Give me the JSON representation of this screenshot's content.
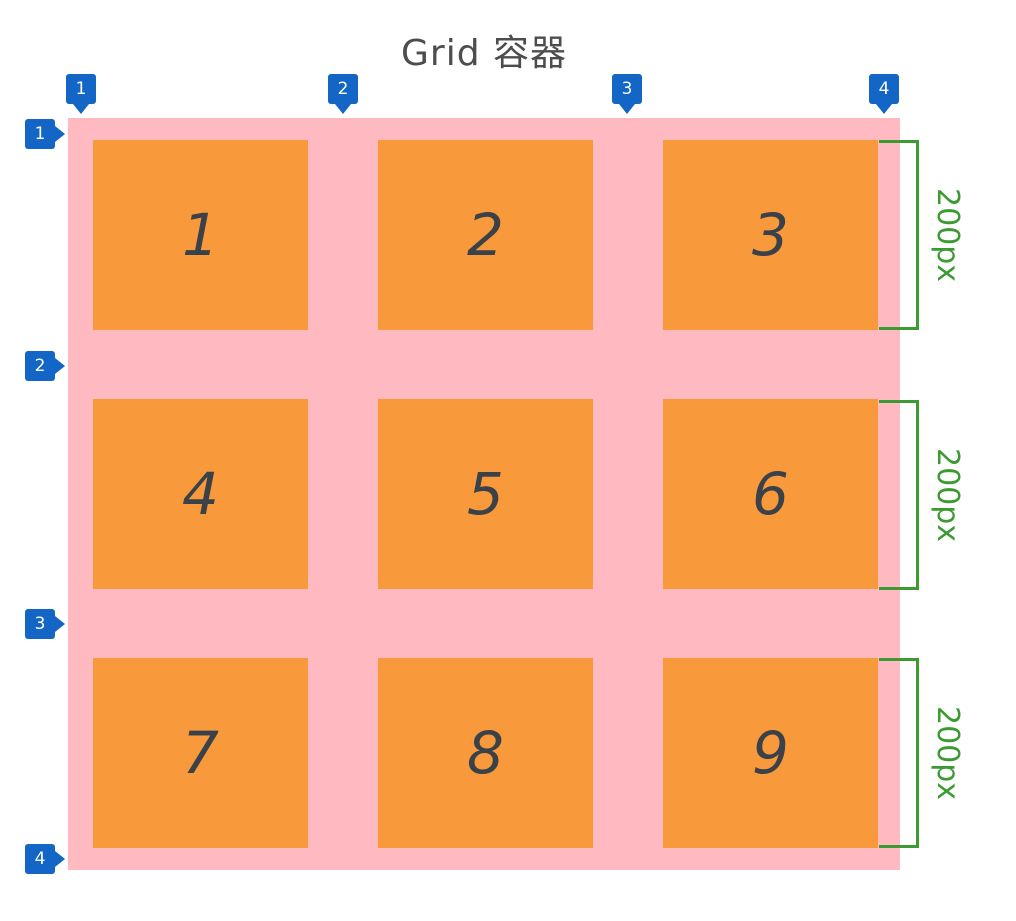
{
  "title": "Grid 容器",
  "grid": {
    "cells": [
      {
        "label": "1"
      },
      {
        "label": "2"
      },
      {
        "label": "3"
      },
      {
        "label": "4"
      },
      {
        "label": "5"
      },
      {
        "label": "6"
      },
      {
        "label": "7"
      },
      {
        "label": "8"
      },
      {
        "label": "9"
      }
    ],
    "column_line_numbers": [
      "1",
      "2",
      "3",
      "4"
    ],
    "row_line_numbers": [
      "1",
      "2",
      "3",
      "4"
    ],
    "row_height_labels": [
      "200px",
      "200px",
      "200px"
    ]
  },
  "colors": {
    "container_background": "#FFB9C0",
    "cell_background": "#F8993B",
    "line_marker_blue": "#1366C6",
    "measure_green": "#3C9A32",
    "cell_number_color": "#3B4148",
    "title_color": "#4D4D4D"
  }
}
